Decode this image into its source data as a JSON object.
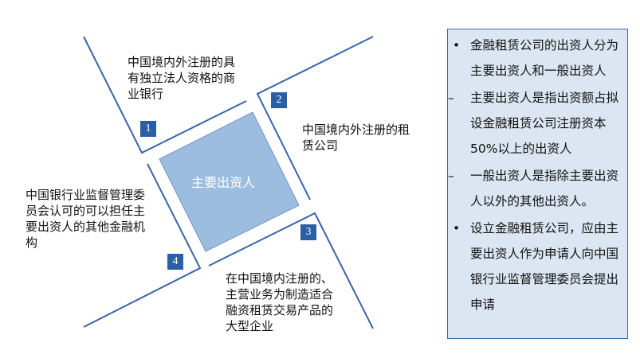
{
  "center_label": "主要出资人",
  "badges": [
    "1",
    "2",
    "3",
    "4"
  ],
  "labels": {
    "q1": "中国境内外注册的具有独立法人资格的商业银行",
    "q2": "中国境内外注册的租赁公司",
    "q3": "在中国境内注册的、主营业务为制造适合融资租赁交易产品的大型企业",
    "q4": "中国银行业监督管理委员会认可的可以担任主要出资人的其他金融机构"
  },
  "sidebar": [
    {
      "marker": "•",
      "text": "金融租赁公司的出资人分为主要出资人和一般出资人"
    },
    {
      "marker": "–",
      "text": "主要出资人是指出资额占拟设金融租赁公司注册资本50%以上的出资人"
    },
    {
      "marker": "–",
      "text": "一般出资人是指除主要出资人以外的其他出资人。"
    },
    {
      "marker": "•",
      "text": "设立金融租赁公司，应由主要出资人作为申请人向中国银行业监督管理委员会提出申请"
    }
  ],
  "colors": {
    "line": "#3a64a8",
    "square": "#9dbde0",
    "badge": "#2a5fa6",
    "panel": "#dce6f2"
  }
}
